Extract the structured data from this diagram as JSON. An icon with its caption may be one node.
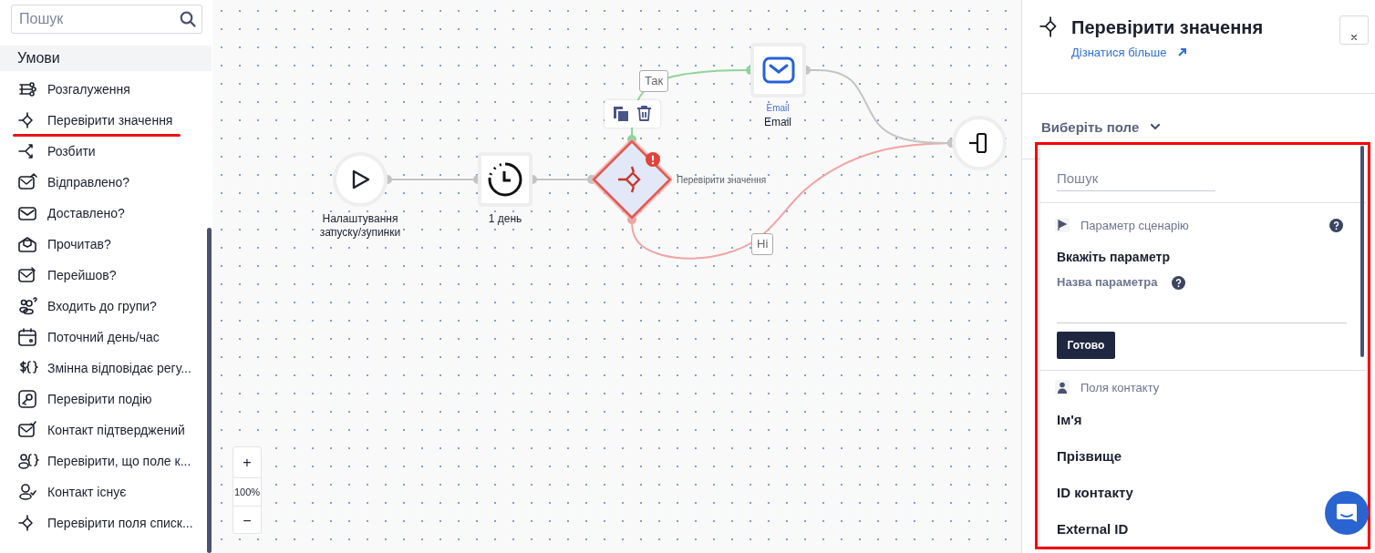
{
  "diagram": {
    "nodes": [
      {
        "text": [],
        "shape": "circle",
        "beside": [
          "Налаштування запуску/зупинки"
        ]
      },
      {
        "text": [],
        "shape": "box",
        "beside": [
          "1 день"
        ]
      },
      {
        "text": [],
        "shape": "diamond",
        "beside": [
          "Перевірити значення"
        ]
      },
      {
        "text": [],
        "shape": "box",
        "beside": [
          "Email",
          "Email"
        ]
      },
      {
        "text": [],
        "shape": "circle"
      }
    ],
    "edges": [
      {
        "from": 0,
        "to": 1,
        "arrow": "other"
      },
      {
        "from": 1,
        "to": 2,
        "arrow": "other"
      },
      {
        "from": 2,
        "to": 3,
        "arrow": "other",
        "label": "Так",
        "color": "#8fd49a"
      },
      {
        "from": 2,
        "to": 4,
        "arrow": "other",
        "label": "Ні",
        "color": "#f2a3a3"
      },
      {
        "from": 3,
        "to": 4,
        "arrow": "other"
      }
    ],
    "labels": [
      "Пошук",
      "Умови",
      "Розгалуження",
      "Перевірити значення",
      "Розбити",
      "Відправлено?",
      "Доставлено?",
      "Прочитав?",
      "Перейшов?",
      "Входить до групи?",
      "Поточний день/час",
      "Змінна відповідає регу...",
      "Перевірити подію",
      "Контакт підтверджений",
      "Перевірити, що поле к...",
      "Контакт існує",
      "Перевірити поля списк...",
      "+",
      "100%",
      "−",
      "Перевірити значення",
      "Дізнатися більше",
      "Виберіть поле",
      "Пошук",
      "Параметр сценарію",
      "Вкажіть параметр",
      "Назва параметра",
      "Готово",
      "Поля контакту",
      "Ім'я",
      "Прізвище",
      "ID контакту",
      "External ID"
    ]
  }
}
